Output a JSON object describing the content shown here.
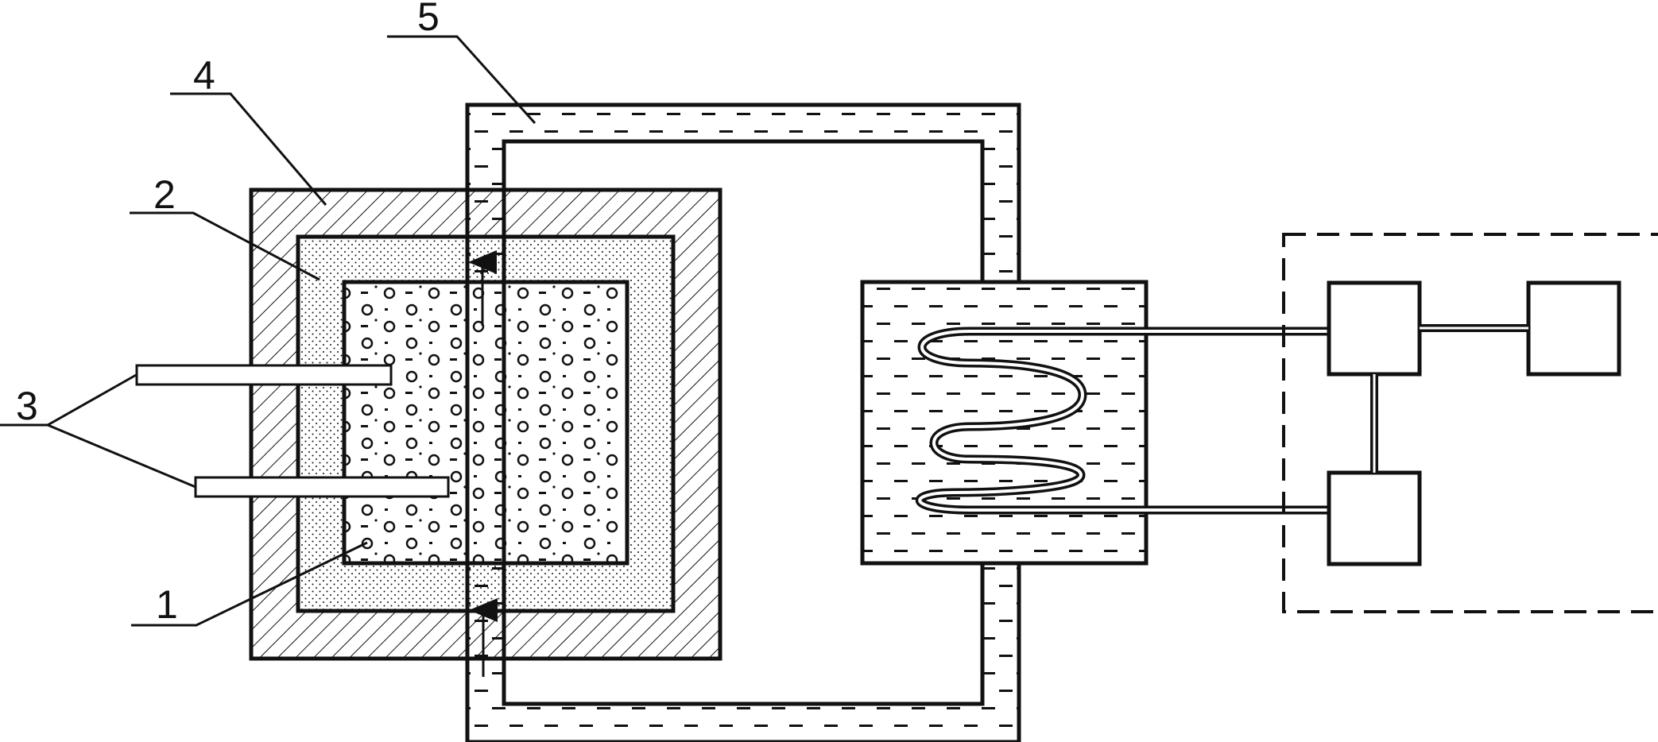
{
  "labels": {
    "l1": "1",
    "l2": "2",
    "l3": "3",
    "l4": "4",
    "l5": "5"
  },
  "colors": {
    "ink": "#111111",
    "background": "#ffffff"
  },
  "icons": {
    "flow_arrow_up": "arrow-up-icon",
    "coil": "heat-exchanger-coil-icon"
  }
}
